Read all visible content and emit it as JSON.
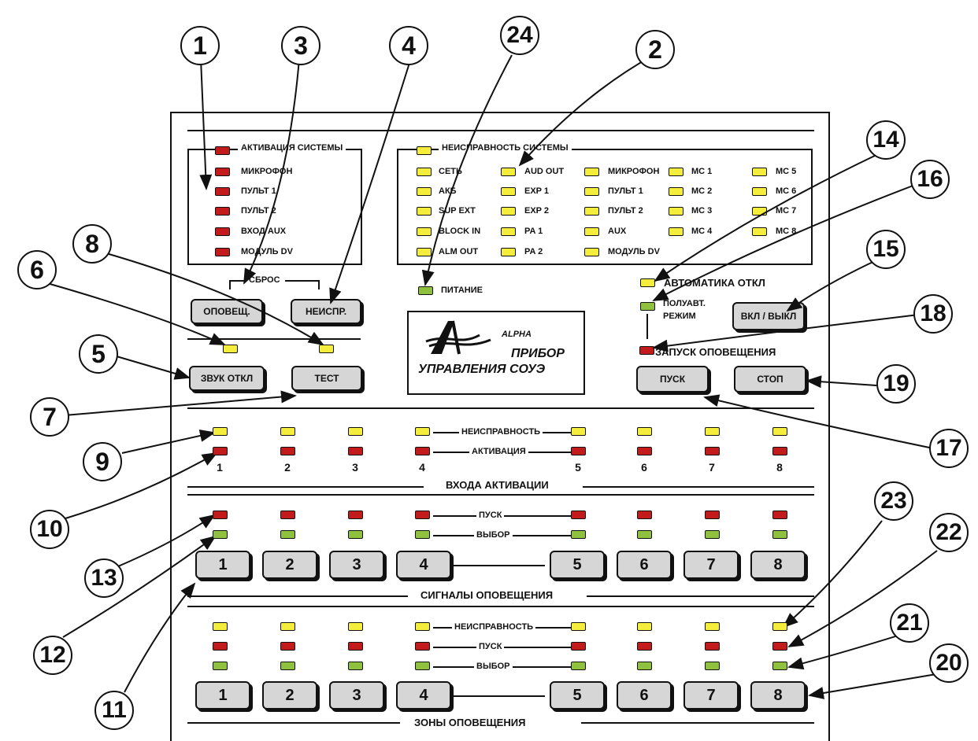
{
  "system": {
    "activation_title": "АКТИВАЦИЯ СИСТЕМЫ",
    "activation_items": [
      "МИКРОФОН",
      "ПУЛЬТ 1",
      "ПУЛЬТ 2",
      "ВХОД AUX",
      "МОДУЛЬ DV"
    ],
    "fault_title": "НЕИСПРАВНОСТЬ СИСТЕМЫ",
    "fault_columns": [
      [
        "СЕТЬ",
        "АКБ",
        "SUP EXT",
        "BLOCK IN",
        "ALM OUT"
      ],
      [
        "AUD OUT",
        "EXP 1",
        "EXP 2",
        "PA 1",
        "PA 2"
      ],
      [
        "МИКРОФОН",
        "ПУЛЬТ 1",
        "ПУЛЬТ 2",
        "AUX",
        "МОДУЛЬ DV"
      ],
      [
        "МС 1",
        "МС 2",
        "МС 3",
        "МС 4"
      ],
      [
        "МС 5",
        "МС 6",
        "МС 7",
        "МС 8"
      ]
    ],
    "reset_label": "СБРОС",
    "power_label": "ПИТАНИЕ"
  },
  "buttons": {
    "notify": "ОПОВЕЩ.",
    "fault": "НЕИСПР.",
    "sound_off": "ЗВУК ОТКЛ",
    "test": "ТЕСТ",
    "on_off": "ВКЛ / ВЫКЛ",
    "start": "ПУСК",
    "stop": "СТОП"
  },
  "automation": {
    "auto_off": "АВТОМАТИКА ОТКЛ",
    "semi_auto_1": "ПОЛУАВТ.",
    "semi_auto_2": "РЕЖИМ",
    "notify_start": "ЗАПУСК ОПОВЕЩЕНИЯ"
  },
  "logo": {
    "brand": "ALPHA",
    "line1": "ПРИБОР",
    "line2": "УПРАВЛЕНИЯ СОУЭ"
  },
  "inputs": {
    "fault_label": "НЕИСПРАВНОСТЬ",
    "activation_label": "АКТИВАЦИЯ",
    "numbers": [
      "1",
      "2",
      "3",
      "4",
      "5",
      "6",
      "7",
      "8"
    ],
    "section_title": "ВХОДА АКТИВАЦИИ"
  },
  "signals": {
    "start_label": "ПУСК",
    "select_label": "ВЫБОР",
    "buttons": [
      "1",
      "2",
      "3",
      "4",
      "5",
      "6",
      "7",
      "8"
    ],
    "section_title": "СИГНАЛЫ  ОПОВЕЩЕНИЯ"
  },
  "zones": {
    "fault_label": "НЕИСПРАВНОСТЬ",
    "start_label": "ПУСК",
    "select_label": "ВЫБОР",
    "buttons": [
      "1",
      "2",
      "3",
      "4",
      "5",
      "6",
      "7",
      "8"
    ],
    "section_title": "ЗОНЫ ОПОВЕЩЕНИЯ"
  },
  "callouts": [
    "1",
    "2",
    "3",
    "4",
    "5",
    "6",
    "7",
    "8",
    "9",
    "10",
    "11",
    "12",
    "13",
    "14",
    "15",
    "16",
    "17",
    "18",
    "19",
    "20",
    "21",
    "22",
    "23",
    "24"
  ],
  "colors": {
    "led_red": "#c31b1b",
    "led_yellow": "#f4ed3b",
    "led_green": "#8fc13f",
    "button_fill": "#d6d6d6"
  }
}
